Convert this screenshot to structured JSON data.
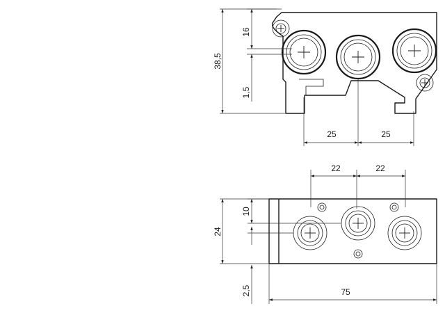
{
  "top_view": {
    "dims": {
      "height_total": "38,5",
      "height_upper": "16",
      "height_lower": "1,5",
      "pitch_left": "25",
      "pitch_right": "25"
    }
  },
  "bottom_view": {
    "dims": {
      "pitch_top_left": "22",
      "pitch_top_right": "22",
      "offset_upper": "10",
      "height_total": "24",
      "plate_thickness": "2,5",
      "width_total": "75"
    }
  },
  "colors": {
    "line": "#1a1a1a",
    "dimension": "#333333",
    "background": "#ffffff"
  }
}
